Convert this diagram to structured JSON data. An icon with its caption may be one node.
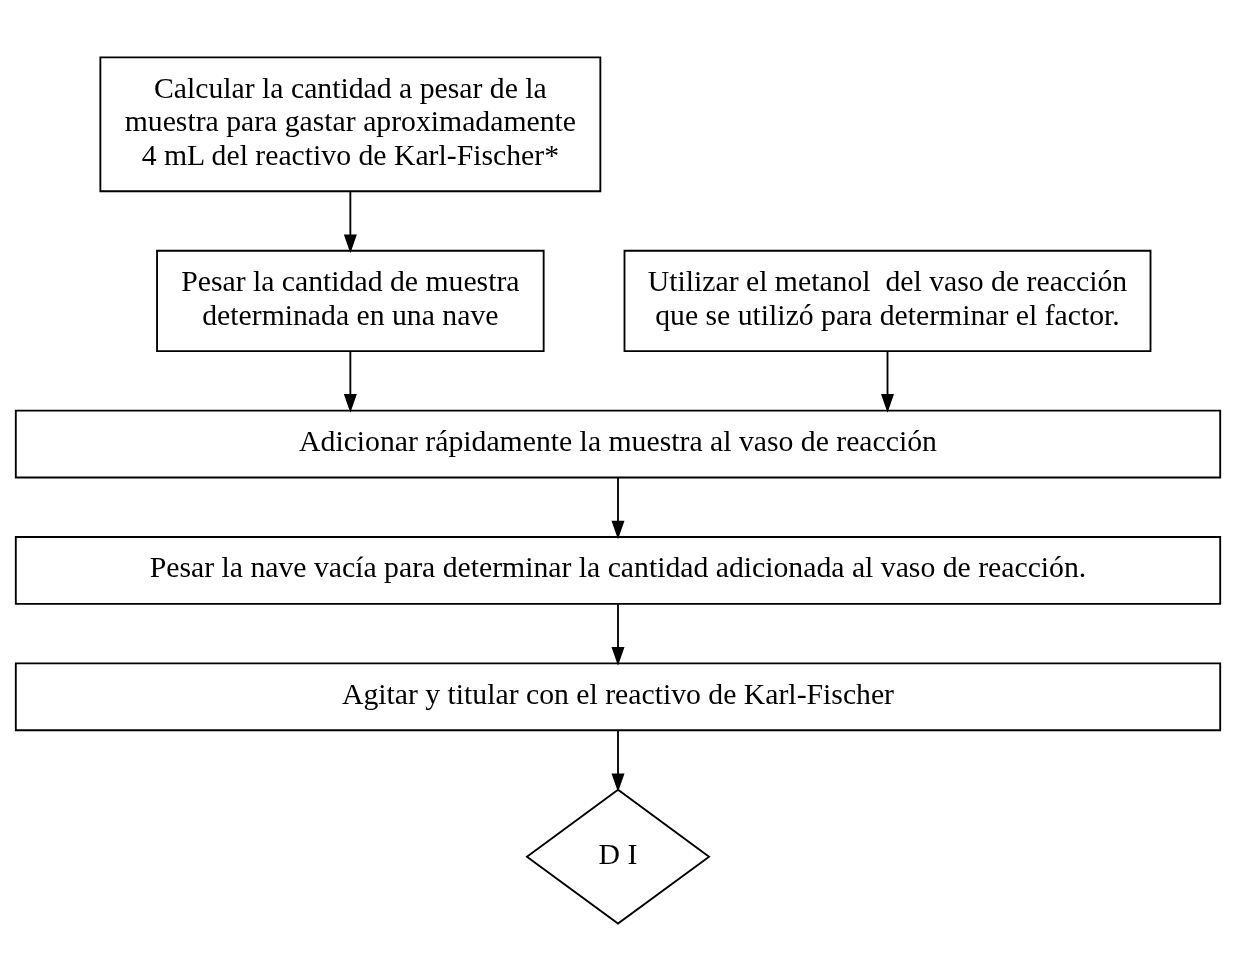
{
  "diagram": {
    "nodes": [
      {
        "text": [
          "Calcular la cantidad a pesar de la muestra para gastar aproximadamente 4 mL del reactivo de Karl-Fischer*"
        ]
      },
      {
        "text": [
          "Pesar la cantidad de muestra determinada en una nave"
        ]
      },
      {
        "text": [
          "Utilizar el metanol  del vaso de reacción que se utilizó para determinar el factor."
        ]
      },
      {
        "text": [
          "Adicionar rápidamente la muestra al vaso de reacción"
        ]
      },
      {
        "text": [
          "Pesar la nave vacía para determinar la cantidad adicionada al vaso de reacción."
        ]
      },
      {
        "text": [
          "Agitar y titular con el reactivo de Karl-Fischer"
        ]
      },
      {
        "text": [
          "D I"
        ]
      }
    ],
    "edges": [
      {
        "from": 0,
        "to": 1,
        "arrow": "to"
      },
      {
        "from": 1,
        "to": 3,
        "arrow": "to"
      },
      {
        "from": 2,
        "to": 3,
        "arrow": "to"
      },
      {
        "from": 3,
        "to": 4,
        "arrow": "to"
      },
      {
        "from": 4,
        "to": 5,
        "arrow": "to"
      },
      {
        "from": 5,
        "to": 6,
        "arrow": "to"
      }
    ]
  }
}
